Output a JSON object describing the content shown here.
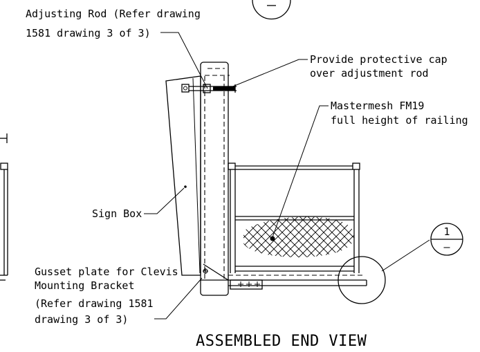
{
  "notes": {
    "adjusting_rod": [
      "Adjusting Rod (Refer drawing",
      "1581 drawing 3 of 3)"
    ],
    "protective_cap": [
      "Provide protective cap",
      "over adjustment rod"
    ],
    "mastermesh": [
      "Mastermesh FM19",
      "full height of railing"
    ],
    "sign_box": "Sign Box",
    "gusset": [
      "Gusset plate for Clevis",
      "Mounting Bracket",
      "(Refer drawing 1581",
      "drawing 3 of 3)"
    ]
  },
  "detail_marker": {
    "number": "1",
    "sheet": "–"
  },
  "view_title": "ASSEMBLED END VIEW"
}
